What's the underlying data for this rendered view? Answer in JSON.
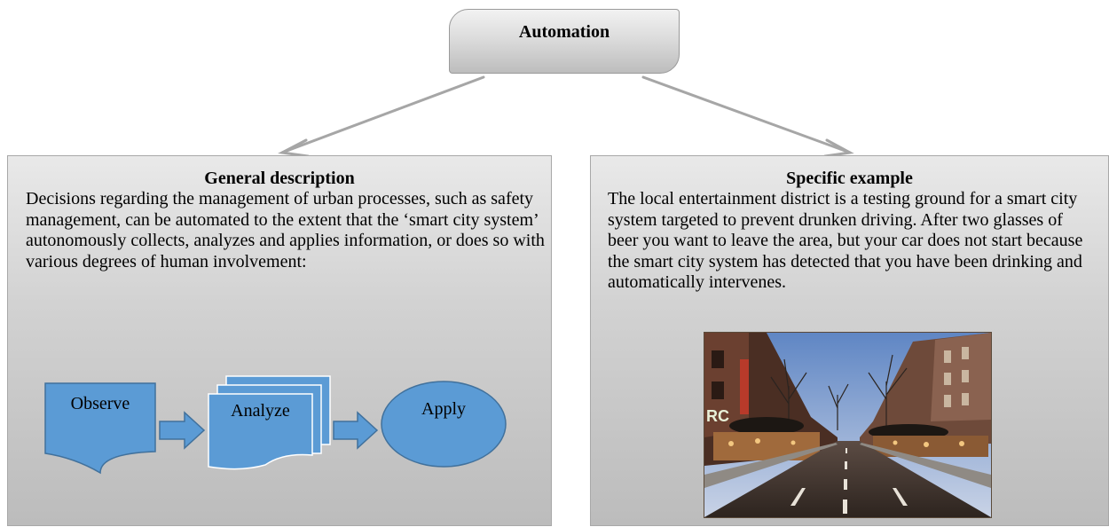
{
  "root": {
    "title": "Automation"
  },
  "left_panel": {
    "title": "General description",
    "text": "Decisions regarding the management of urban processes, such as safety management, can be automated to the extent that the ‘smart city system’ autonomously  collects, analyzes and applies information, or does so with various degrees of human involvement:"
  },
  "right_panel": {
    "title": "Specific example",
    "text": "The local entertainment district is a testing ground for a smart city system targeted to prevent drunken driving. After two glasses of beer you want to leave the area, but your car does not start because the smart city system has detected that you have been drinking and automatically intervenes."
  },
  "flow": {
    "steps": [
      {
        "label": "Observe"
      },
      {
        "label": "Analyze"
      },
      {
        "label": "Apply"
      }
    ]
  },
  "colors": {
    "shape_fill": "#5b9bd5",
    "shape_stroke": "#41719c",
    "connector": "#a6a6a6"
  }
}
